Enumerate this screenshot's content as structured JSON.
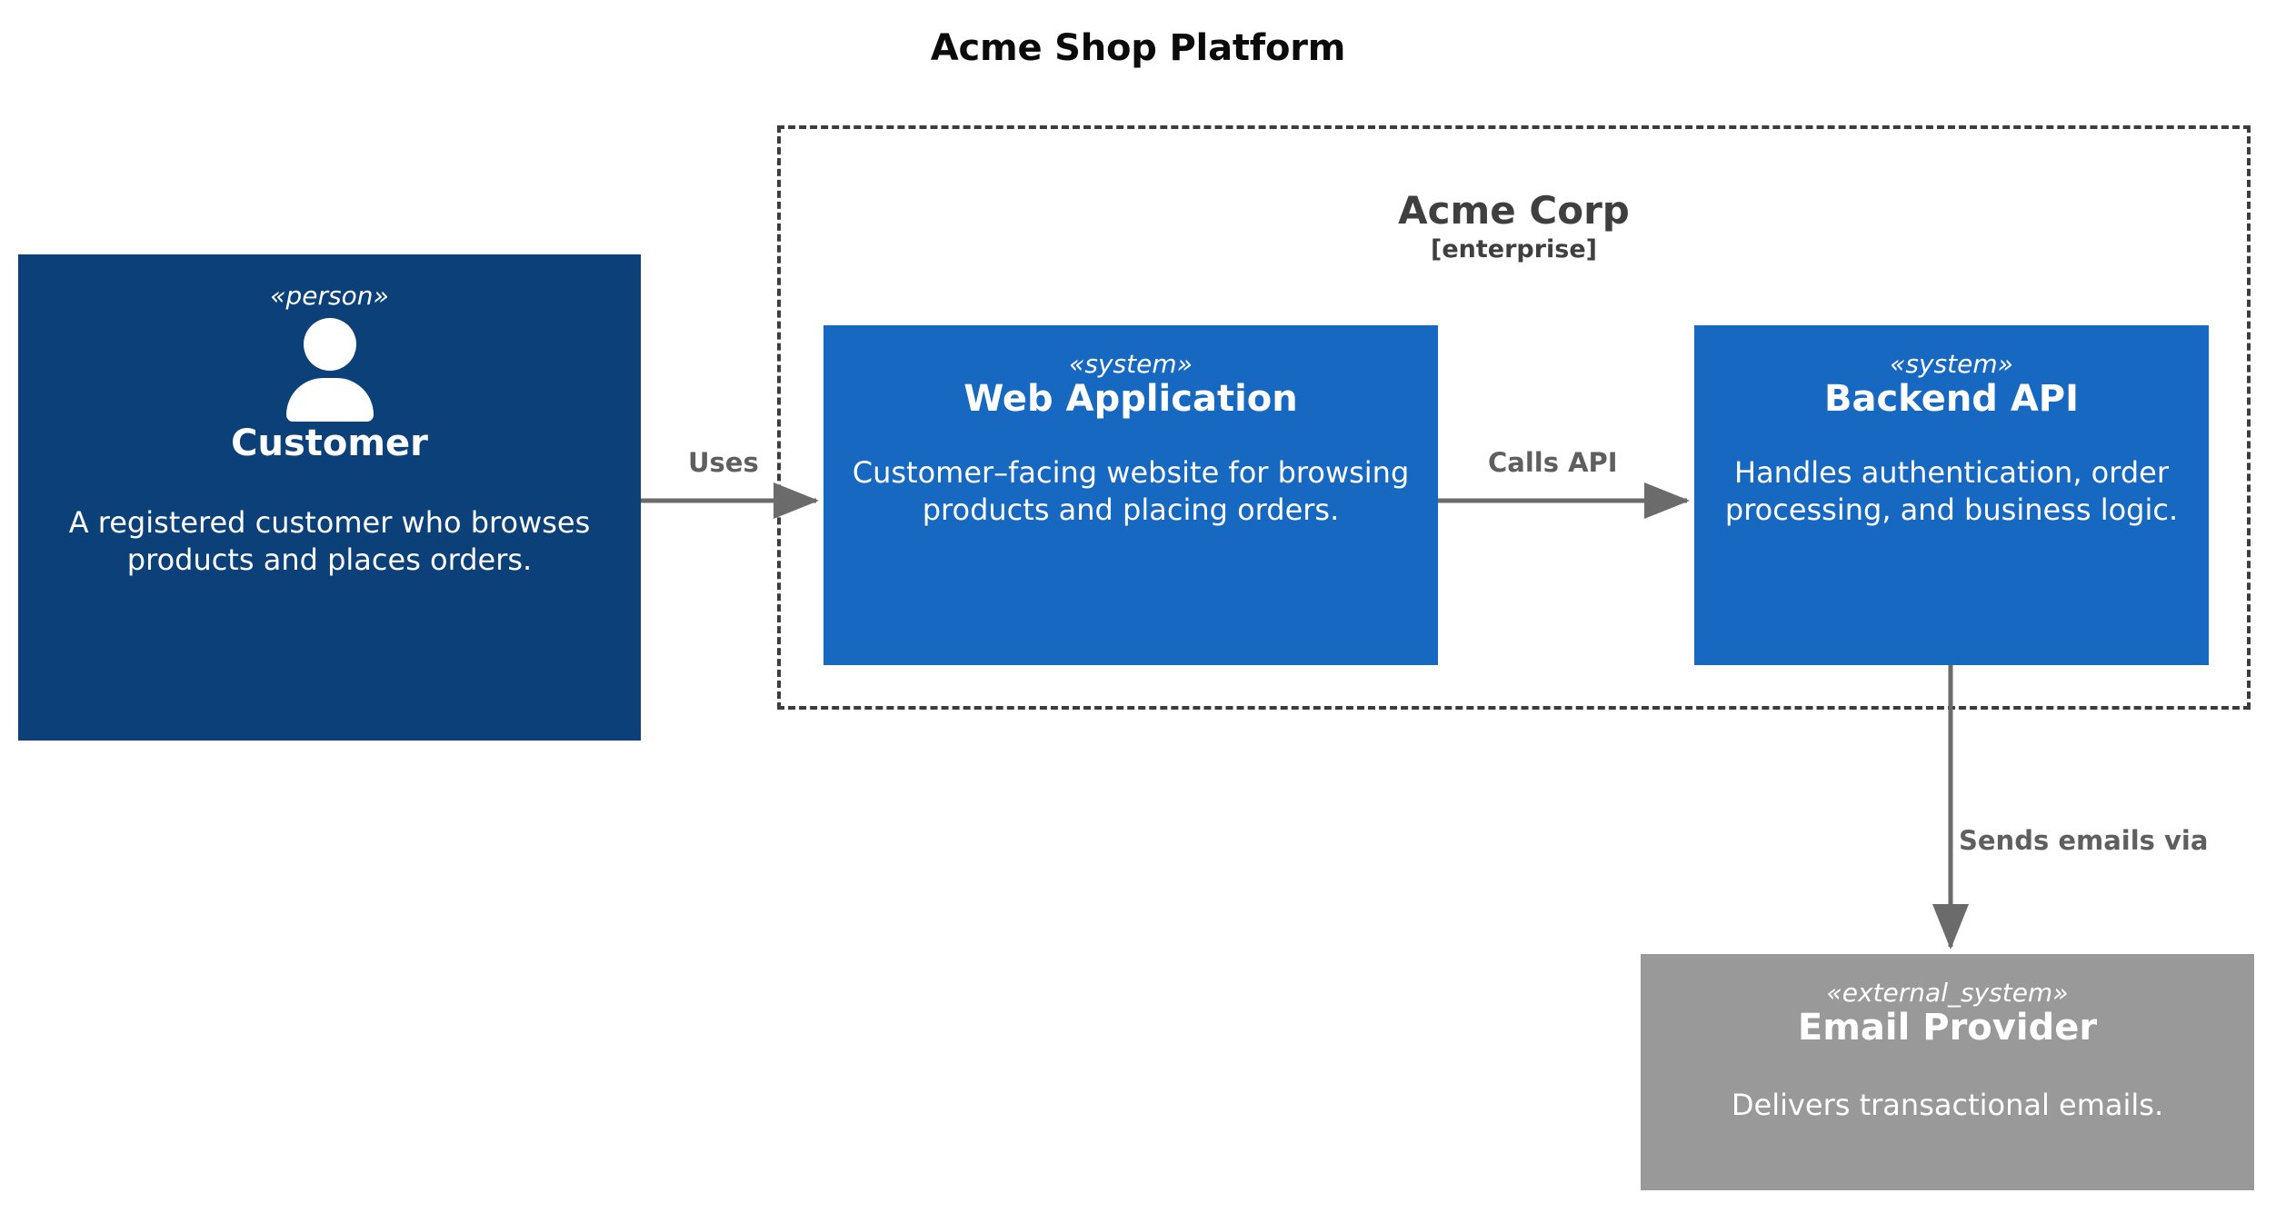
{
  "diagram": {
    "title": "Acme Shop Platform",
    "type": "c4-system-context"
  },
  "boundary": {
    "name": "Acme Corp",
    "type_label": "[enterprise]",
    "style": "dashed",
    "stroke_color": "#3c3c3c"
  },
  "nodes": [
    {
      "id": "customer",
      "stereotype": "«person»",
      "name": "Customer",
      "description": "A registered customer who browses products and places orders.",
      "icon": "person-icon",
      "color": "#0b4178",
      "inside_boundary": false
    },
    {
      "id": "webapp",
      "stereotype": "«system»",
      "name": "Web Application",
      "description": "Customer–facing website for browsing products and placing orders.",
      "color": "#1668c1",
      "inside_boundary": true
    },
    {
      "id": "backend",
      "stereotype": "«system»",
      "name": "Backend API",
      "description": "Handles authentication, order processing, and business logic.",
      "color": "#1668c1",
      "inside_boundary": true
    },
    {
      "id": "email",
      "stereotype": "«external_system»",
      "name": "Email Provider",
      "description": "Delivers transactional emails.",
      "color": "#999999",
      "inside_boundary": false
    }
  ],
  "edges": [
    {
      "id": "uses",
      "label": "Uses",
      "from": "customer",
      "to": "webapp",
      "direction": "right"
    },
    {
      "id": "calls",
      "label": "Calls API",
      "from": "webapp",
      "to": "backend",
      "direction": "right"
    },
    {
      "id": "sends",
      "label": "Sends emails via",
      "from": "backend",
      "to": "email",
      "direction": "down"
    }
  ],
  "colors": {
    "person": "#0b4178",
    "system": "#1668c1",
    "external_system": "#999999",
    "edge": "#6b6b6b",
    "boundary": "#3c3c3c",
    "label_text": "#5f5f5f",
    "background": "#ffffff"
  }
}
